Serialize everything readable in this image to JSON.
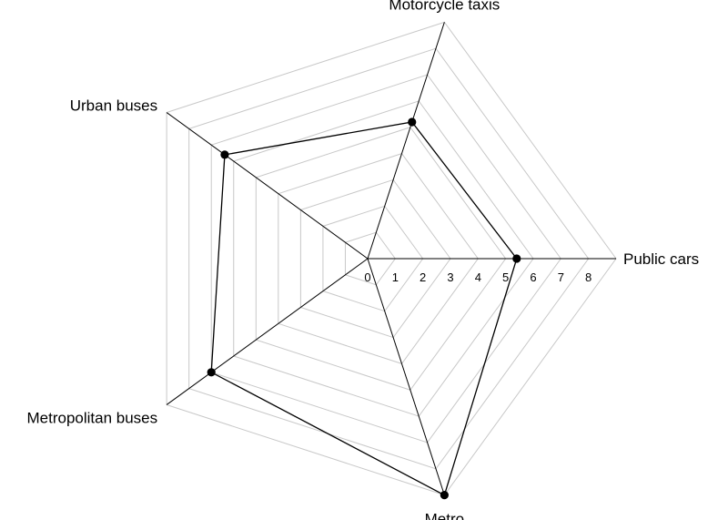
{
  "chart_data": {
    "type": "radar",
    "axes": [
      "Public cars",
      "Motorcycle taxis",
      "Urban buses",
      "Metropolitan buses",
      "Metro"
    ],
    "series": [
      {
        "values": [
          5.4,
          5.2,
          6.4,
          7.0,
          9.0
        ]
      }
    ],
    "rlim": [
      0,
      9
    ],
    "ticks": [
      0,
      1,
      2,
      3,
      4,
      5,
      6,
      7,
      8
    ],
    "grid": true,
    "colors": {
      "grid": "#c8c8c8",
      "spoke": "#000000",
      "series": "#000000"
    }
  }
}
